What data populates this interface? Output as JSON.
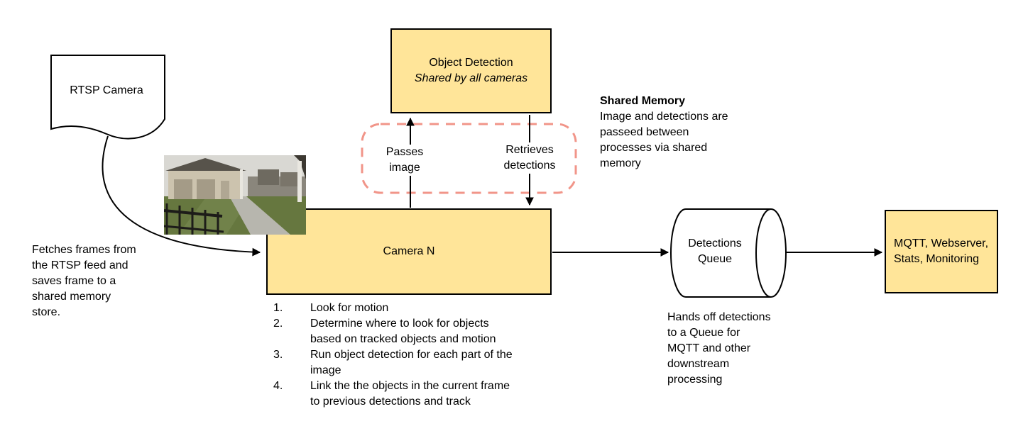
{
  "diagram_title": "Camera detection pipeline diagram",
  "colors": {
    "node_fill": "#ffe599",
    "node_border": "#000000",
    "shared_memory_dashed": "#f19589",
    "connector": "#000000",
    "background": "#ffffff"
  },
  "nodes": {
    "rtsp_camera": {
      "label": "RTSP Camera"
    },
    "object_detection": {
      "title": "Object Detection",
      "subtitle": "Shared by all cameras"
    },
    "camera_n": {
      "label": "Camera N"
    },
    "detections_queue": {
      "label": "Detections Queue"
    },
    "outputs": {
      "label": "MQTT, Webserver, Stats, Monitoring"
    }
  },
  "edge_labels": {
    "passes_image": "Passes image",
    "retrieves_detections": "Retrieves detections"
  },
  "notes": {
    "shared_memory": {
      "title": "Shared Memory",
      "lines": [
        "Image and detections are",
        "passeed between",
        "processes via shared",
        "memory"
      ]
    },
    "fetch": {
      "lines": [
        "Fetches frames from",
        "the RTSP feed and",
        "saves frame to a",
        "shared memory",
        "store."
      ]
    },
    "queue_handoff": {
      "lines": [
        "Hands off detections",
        "to a Queue for",
        "MQTT and other",
        "downstream",
        "processing"
      ]
    }
  },
  "camera_steps": [
    {
      "num": "1.",
      "lines": [
        "Look for motion"
      ]
    },
    {
      "num": "2.",
      "lines": [
        "Determine where to look for objects",
        "based on tracked objects and motion"
      ]
    },
    {
      "num": "3.",
      "lines": [
        "Run object detection for each part of the",
        "image"
      ]
    },
    {
      "num": "4.",
      "lines": [
        "Link the the objects in the current frame",
        "to previous detections and track"
      ]
    }
  ]
}
